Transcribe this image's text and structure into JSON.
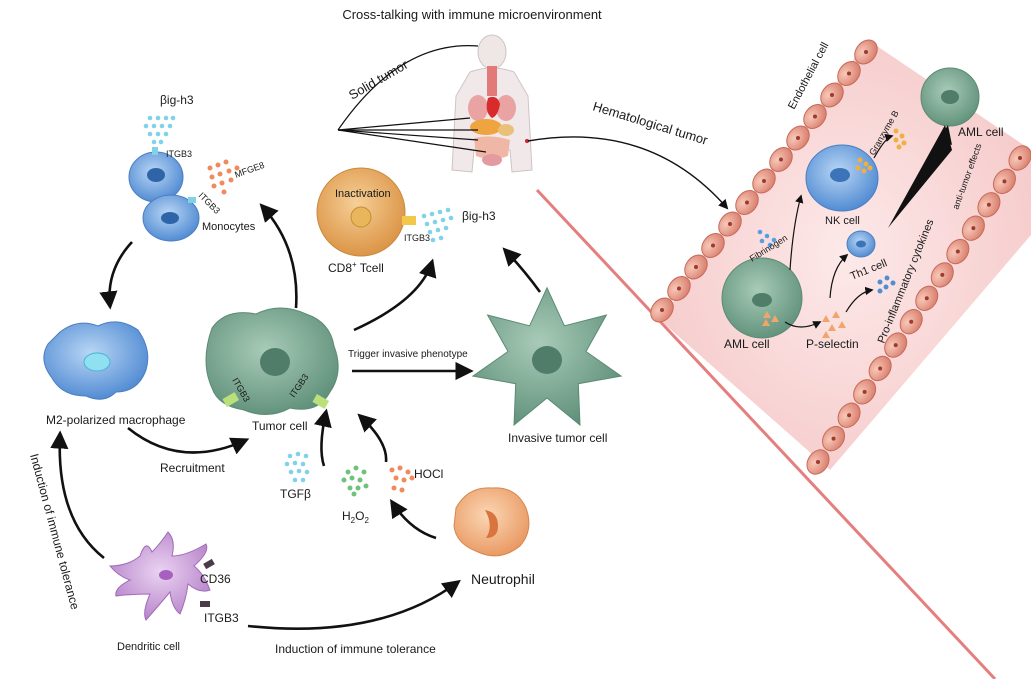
{
  "title": "Cross-talking with immune microenvironment",
  "body_diagram": {
    "solid_label": "Solid tumor",
    "hema_label": "Hematological tumor"
  },
  "left_panel": {
    "big_h3_top": "βig-h3",
    "itgb3_mono1": "ITGB3",
    "itgb3_mono2": "ITGB3",
    "mfge8": "MFGE8",
    "monocytes": "Monocytes",
    "inactivation": "Inactivation",
    "itgb3_cd8": "ITGB3",
    "big_h3_cd8": "βig-h3",
    "cd8_prefix": "CD8",
    "cd8_sup": "+",
    "cd8_suffix": " Tcell",
    "m2": "M2-polarized macrophage",
    "tumor_cell": "Tumor cell",
    "itgb3_tumor1": "ITGB3",
    "itgb3_tumor2": "ITGB3",
    "trigger": "Trigger invasive phenotype",
    "invasive": "Invasive tumor cell",
    "recruitment": "Recruitment",
    "tgfb": "TGFβ",
    "h2o2_main": "H",
    "h2o2_sub1": "2",
    "h2o2_mid": "O",
    "h2o2_sub2": "2",
    "hocl": "HOCl",
    "neutrophil": "Neutrophil",
    "induction_vertical": "Induction of immune tolerance",
    "induction_bottom": "Induction of immune tolerance",
    "cd36": "CD36",
    "itgb3_dc": "ITGB3",
    "dendritic": "Dendritic cell"
  },
  "right_panel": {
    "endothelial": "Endothelial cell",
    "aml_top": "AML cell",
    "granzyme": "Granzyme B",
    "nk": "NK cell",
    "anti_tumor": "anti-tumor effects",
    "fibrinogen": "Fibrinogen",
    "th1": "Th1 cell",
    "cytokines": "Pro-inflammatory cytokines",
    "aml_bottom": "AML cell",
    "pselectin": "P-selectin"
  },
  "colors": {
    "tumor": "#6f9e86",
    "monocyte": "#6aa0e0",
    "cd8": "#e8a650",
    "neutrophil": "#f0b27e",
    "dendritic": "#c79ad6",
    "vessel_wall": "#e99a8c",
    "vessel_lumen": "#f7d4d4",
    "divider": "#e57e7e"
  }
}
